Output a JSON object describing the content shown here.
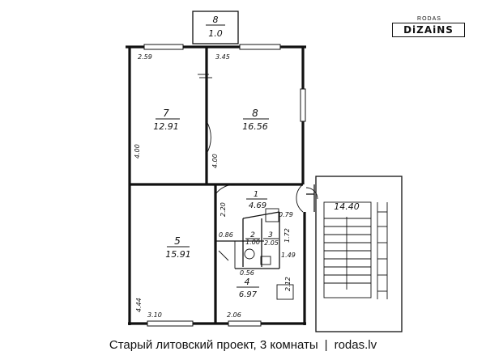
{
  "rooms": {
    "r8_top": {
      "num": "8",
      "area": "1.0"
    },
    "r7": {
      "num": "7",
      "area": "12.91"
    },
    "r8": {
      "num": "8",
      "area": "16.56"
    },
    "r1": {
      "num": "1",
      "area": "4.69"
    },
    "r5": {
      "num": "5",
      "area": "15.91"
    },
    "r2": {
      "num": "2",
      "area": "1.00"
    },
    "r3": {
      "num": "3",
      "area": "2.05"
    },
    "r4": {
      "num": "4",
      "area": "6.97"
    },
    "stair": {
      "area": "14.40"
    }
  },
  "dims": {
    "d_259": "2.59",
    "d_345": "3.45",
    "d_400a": "4.00",
    "d_400b": "4.00",
    "d_220": "2.20",
    "d_079": "0.79",
    "d_086": "0.86",
    "d_172": "1.72",
    "d_149": "1.49",
    "d_056": "0.56",
    "d_212": "2.12",
    "d_444": "4.44",
    "d_310": "3.10",
    "d_206": "2.06"
  },
  "logo": {
    "top": "RODAS",
    "main": "DiZAiNS"
  },
  "caption": {
    "left": "Старый литовский проект, 3 комнаты",
    "separator": "|",
    "right": "rodas.lv"
  }
}
